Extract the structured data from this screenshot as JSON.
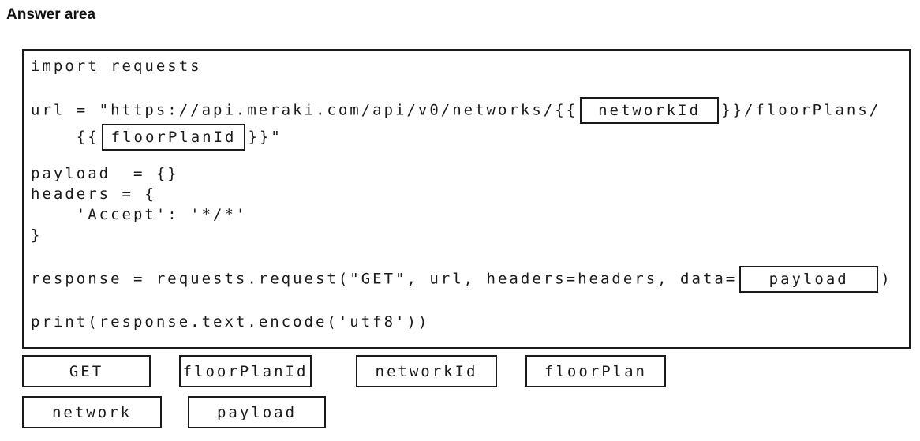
{
  "title": "Answer area",
  "colors": {
    "text": "#1a1a1a",
    "border": "#1a1a1a",
    "background": "#ffffff"
  },
  "code": {
    "import_line": "import requests",
    "url": {
      "prefix": "url = \"https://api.meraki.com/api/v0/networks/{{",
      "slot1": "networkId",
      "middle": "}}/floorPlans/",
      "line2_indent": "    {{",
      "slot2": "floorPlanId",
      "suffix": "}}\""
    },
    "payload_line": "payload  = {}",
    "headers_line": "headers = {",
    "accept_line": "    'Accept': '*/*'",
    "close_brace": "}",
    "response": {
      "prefix": "response = requests.request(\"GET\", url, headers=headers, data=",
      "slot": "payload",
      "suffix": ")"
    },
    "print_line": "print(response.text.encode('utf8'))"
  },
  "tokens": {
    "row1": [
      "GET",
      "floorPlanId",
      "networkId",
      "floorPlan"
    ],
    "row2": [
      "network",
      "payload"
    ]
  }
}
